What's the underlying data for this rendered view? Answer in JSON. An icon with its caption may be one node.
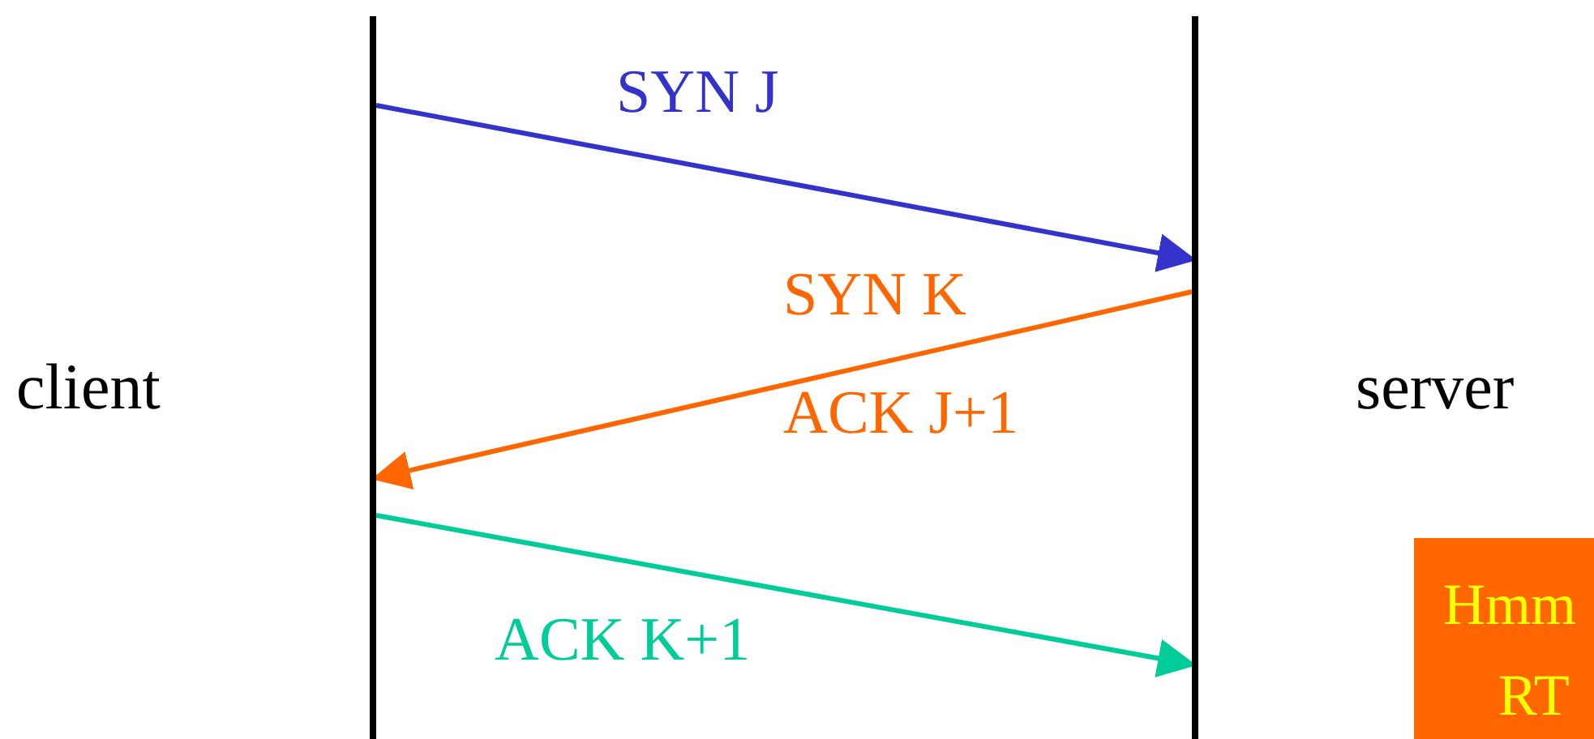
{
  "diagram": {
    "nodes": [
      {
        "text": [
          "client"
        ]
      },
      {
        "text": [
          "server"
        ]
      },
      {
        "text": [],
        "shape": "line"
      },
      {
        "text": [],
        "shape": "line"
      },
      {
        "text": [
          "Hmm",
          "RT"
        ]
      }
    ],
    "edges": [
      {
        "from": 2,
        "to": 3,
        "arrow": "to",
        "label": "SYN J",
        "color": "#3333cc"
      },
      {
        "from": 3,
        "to": 2,
        "arrow": "to",
        "label": "SYN K ACK J+1",
        "color": "#ff6600"
      },
      {
        "from": 2,
        "to": 3,
        "arrow": "to",
        "label": "ACK K+1",
        "color": "#00cc99"
      }
    ]
  }
}
